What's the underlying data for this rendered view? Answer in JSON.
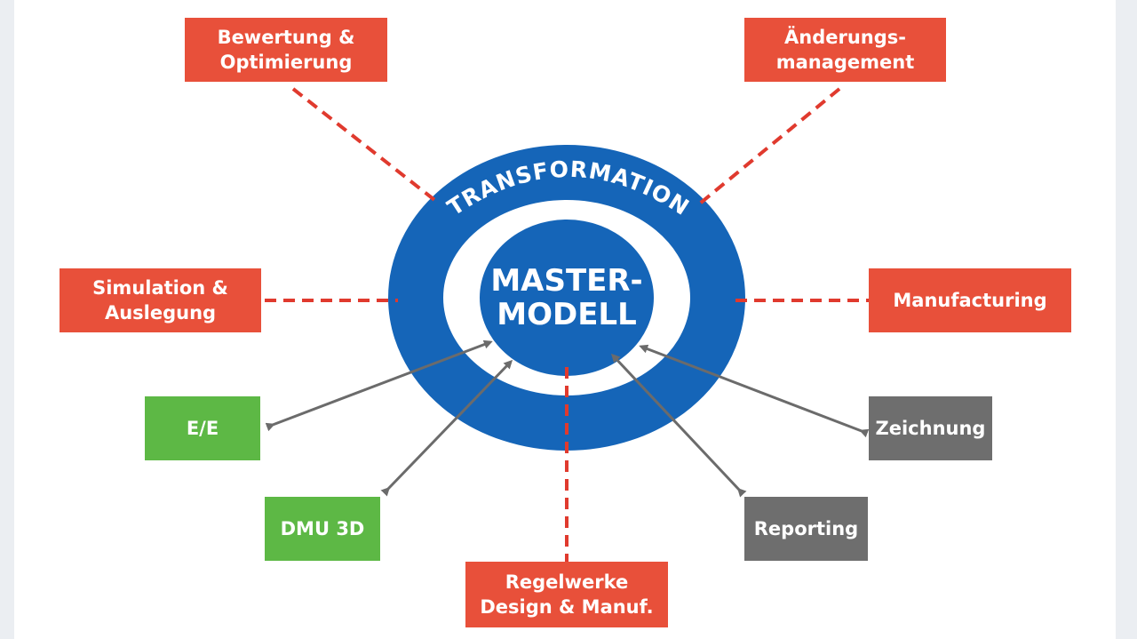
{
  "ring_label": "TRANSFORMATION",
  "core": {
    "line1": "MASTER-",
    "line2": "MODELL"
  },
  "nodes": {
    "bewertung": {
      "line1": "Bewertung &",
      "line2": "Optimierung"
    },
    "aenderung": {
      "line1": "Änderungs-",
      "line2": "management"
    },
    "simulation": {
      "line1": "Simulation &",
      "line2": "Auslegung"
    },
    "manufacturing": {
      "line1": "Manufacturing"
    },
    "ee": {
      "line1": "E/E"
    },
    "dmu": {
      "line1": "DMU 3D"
    },
    "regelwerke": {
      "line1": "Regelwerke",
      "line2": "Design & Manuf."
    },
    "reporting": {
      "line1": "Reporting"
    },
    "zeichnung": {
      "line1": "Zeichnung"
    }
  },
  "colors": {
    "ring": "#1565b8",
    "core": "#1565b8",
    "process_box": "#e8503a",
    "dashed_connector": "#e03a2e",
    "tool_box_green": "#5db845",
    "tool_box_gray": "#6e6e6e",
    "arrow": "#6b6b6b"
  }
}
